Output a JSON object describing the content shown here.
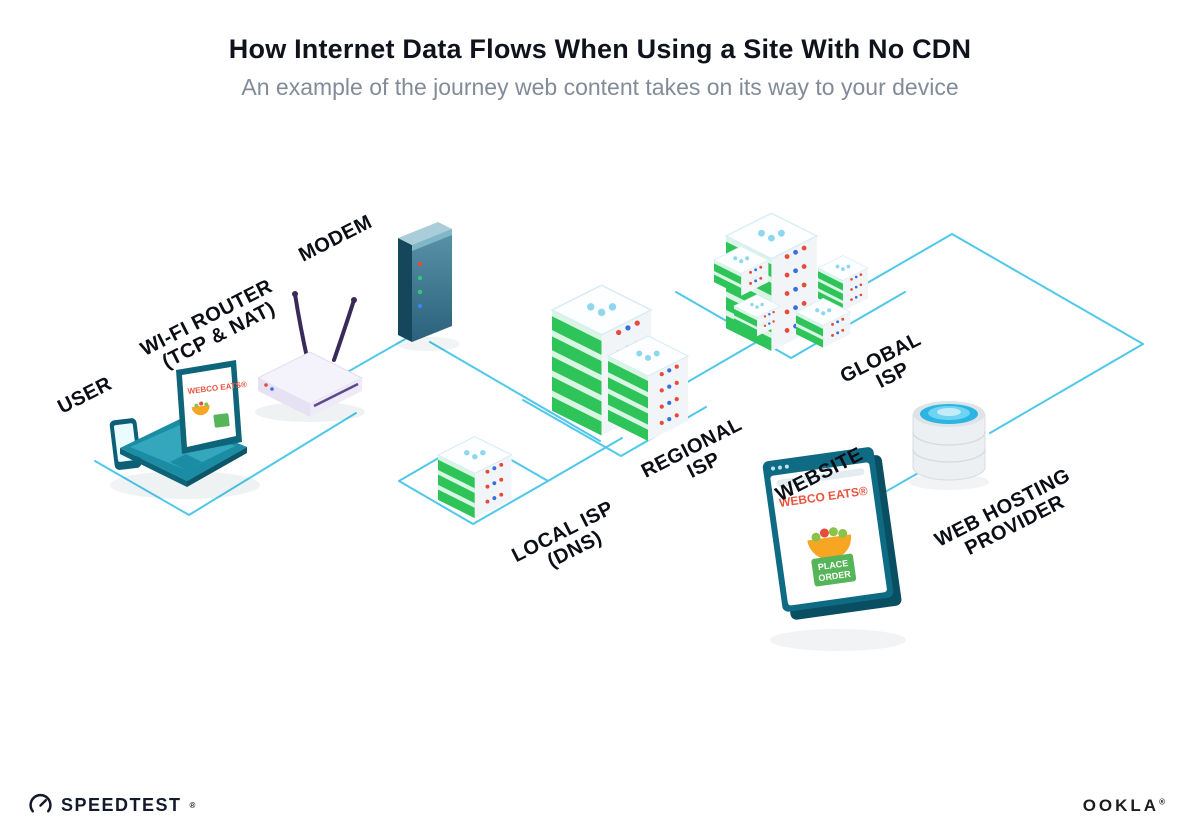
{
  "header": {
    "title": "How Internet Data Flows When Using a Site With No CDN",
    "subtitle": "An example of the journey web content takes on its way to your device"
  },
  "diagram": {
    "labels": {
      "user": "USER",
      "wifi_router_line1": "WI-FI ROUTER",
      "wifi_router_line2": "(TCP & NAT)",
      "modem": "MODEM",
      "local_isp_line1": "LOCAL ISP",
      "local_isp_line2": "(DNS)",
      "regional_isp_line1": "REGIONAL",
      "regional_isp_line2": "ISP",
      "global_isp_line1": "GLOBAL",
      "global_isp_line2": "ISP",
      "website": "WEBSITE",
      "web_hosting_line1": "WEB HOSTING",
      "web_hosting_line2": "PROVIDER"
    },
    "laptop_screen": {
      "brand": "WEBCO EATS®"
    },
    "website_window": {
      "brand": "WEBCO EATS®",
      "button_line1": "PLACE",
      "button_line2": "ORDER"
    },
    "colors": {
      "connection_line": "#4fc8ea",
      "server_green": "#2ec45a",
      "frame_teal": "#0f6a84",
      "brand_red": "#e8553f",
      "button_green": "#56b558",
      "router_purple": "#3a2a5a"
    }
  },
  "footer": {
    "speedtest": "SPEEDTEST",
    "speedtest_mark": "®",
    "ookla": "OOKLA",
    "ookla_mark": "®"
  }
}
